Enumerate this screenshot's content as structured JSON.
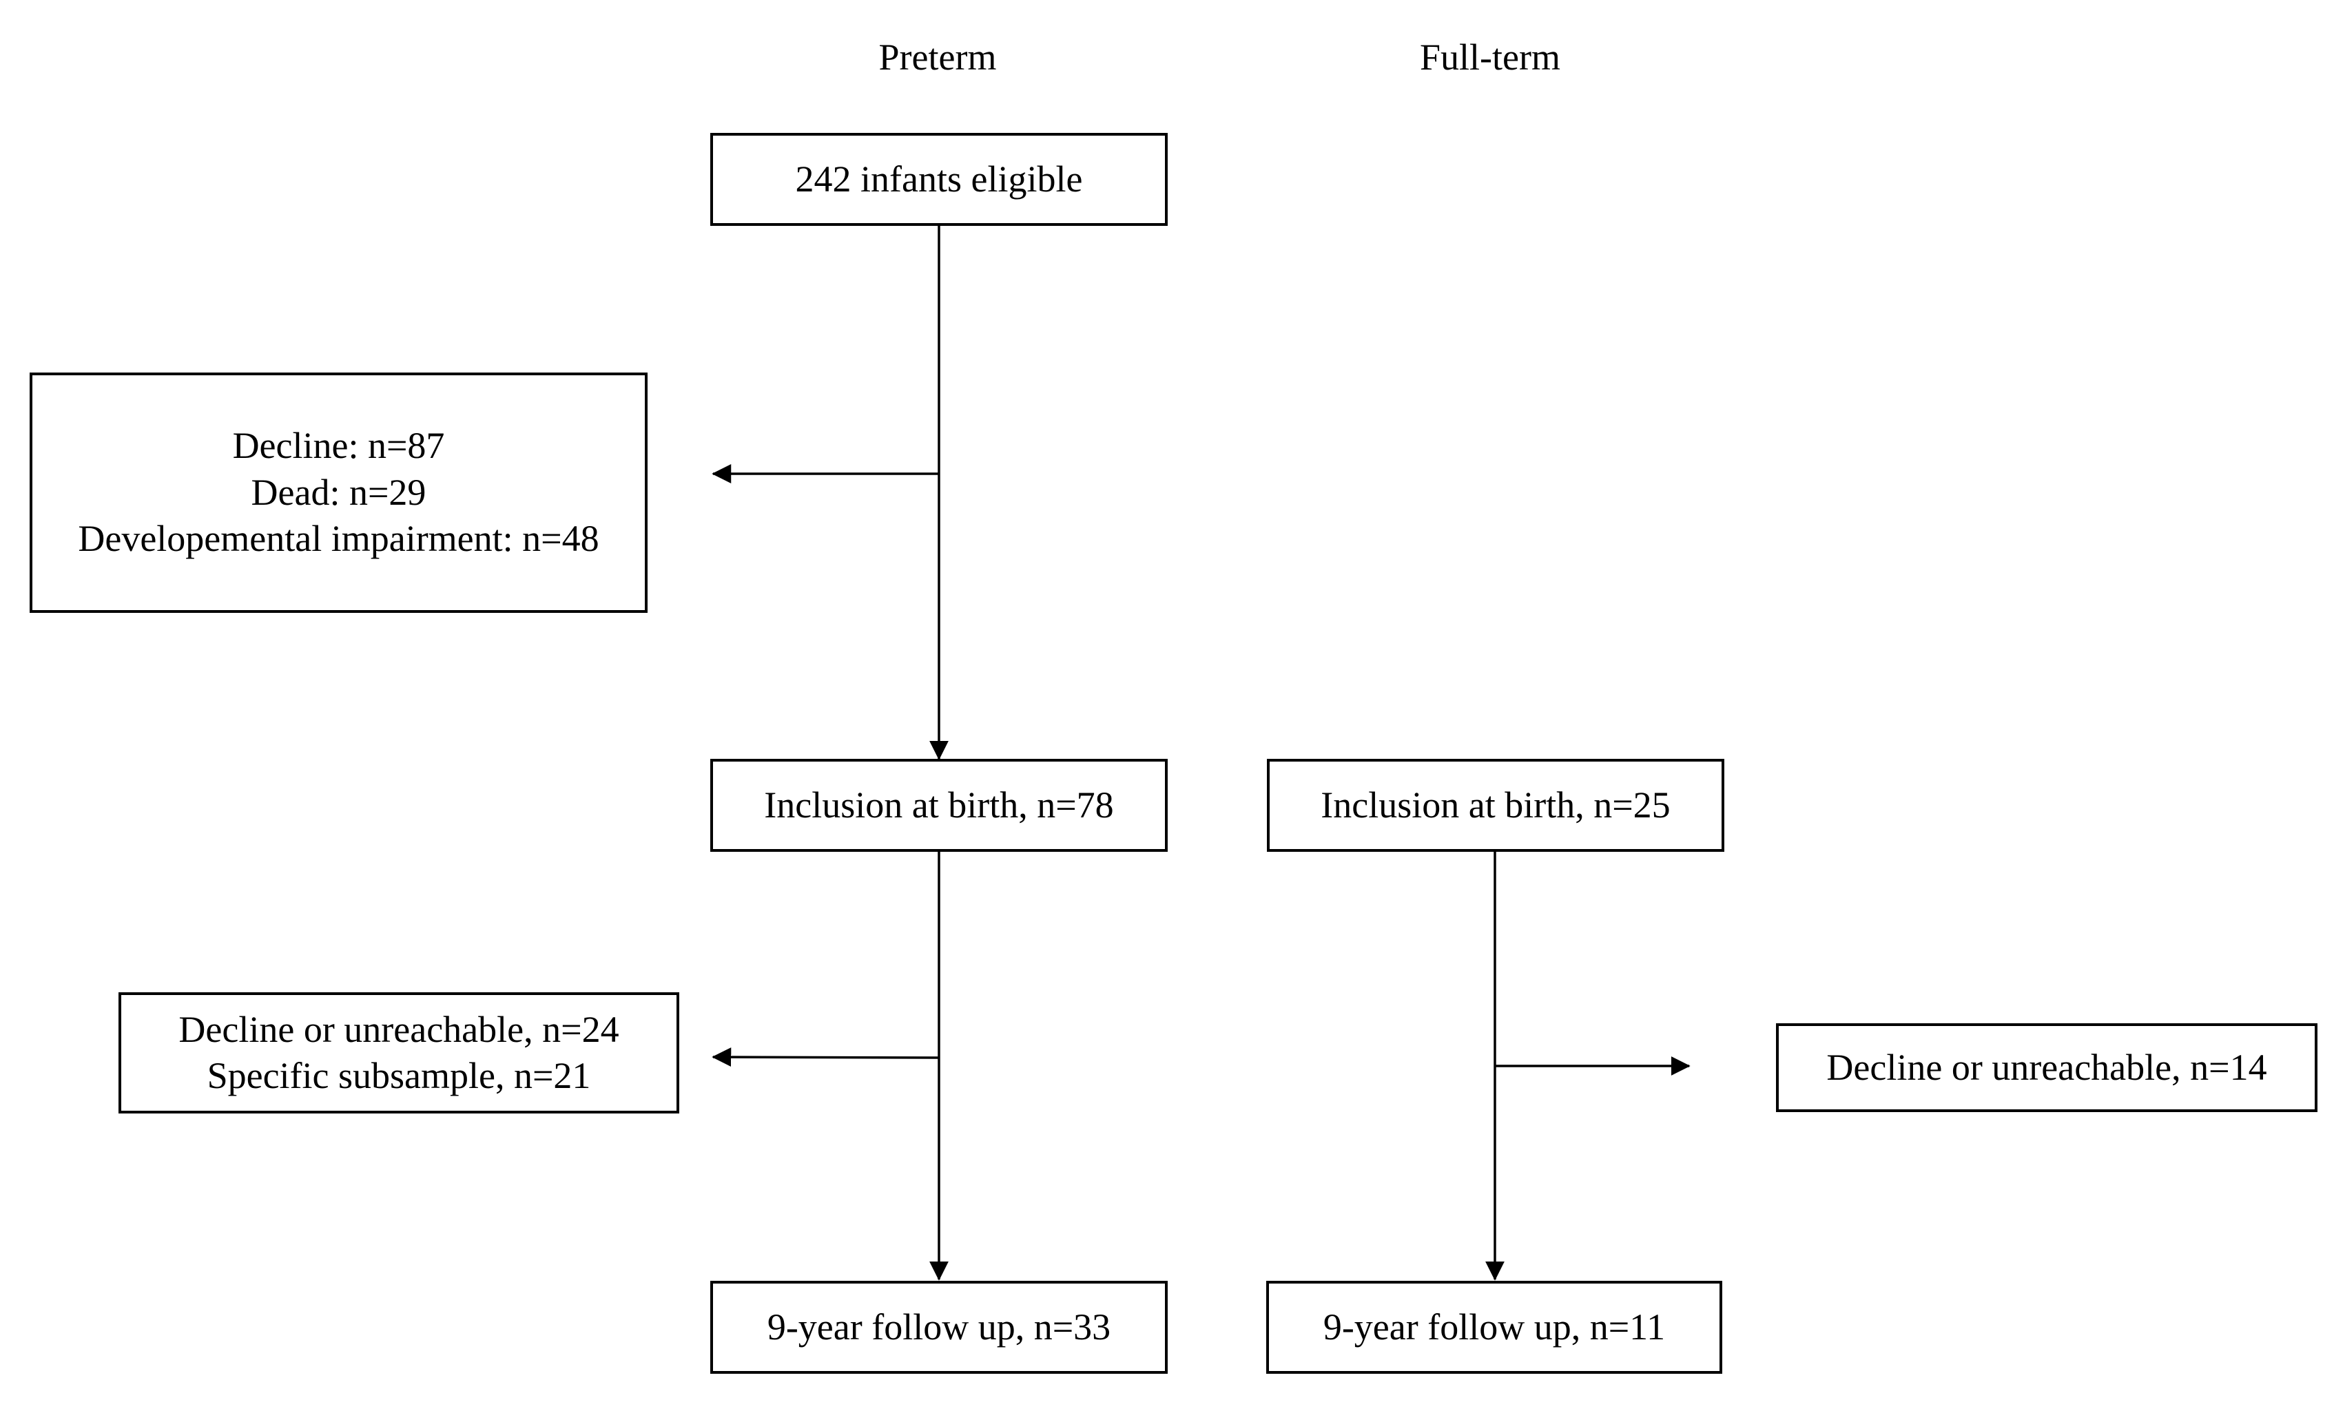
{
  "headers": {
    "preterm": "Preterm",
    "fullterm": "Full-term"
  },
  "boxes": {
    "eligible": "242 infants eligible",
    "excluded_preterm": {
      "decline": "Decline: n=87",
      "dead": "Dead: n=29",
      "impairment": "Developemental impairment: n=48"
    },
    "inclusion_preterm": "Inclusion at birth, n=78",
    "inclusion_fullterm": "Inclusion at birth, n=25",
    "lost_preterm": {
      "decline": "Decline or unreachable, n=24",
      "subsample": "Specific subsample, n=21"
    },
    "lost_fullterm": "Decline or unreachable, n=14",
    "followup_preterm": "9-year follow up, n=33",
    "followup_fullterm": "9-year follow up, n=11"
  },
  "colors": {
    "line": "#000000",
    "box_border": "#000000",
    "background": "#ffffff"
  }
}
